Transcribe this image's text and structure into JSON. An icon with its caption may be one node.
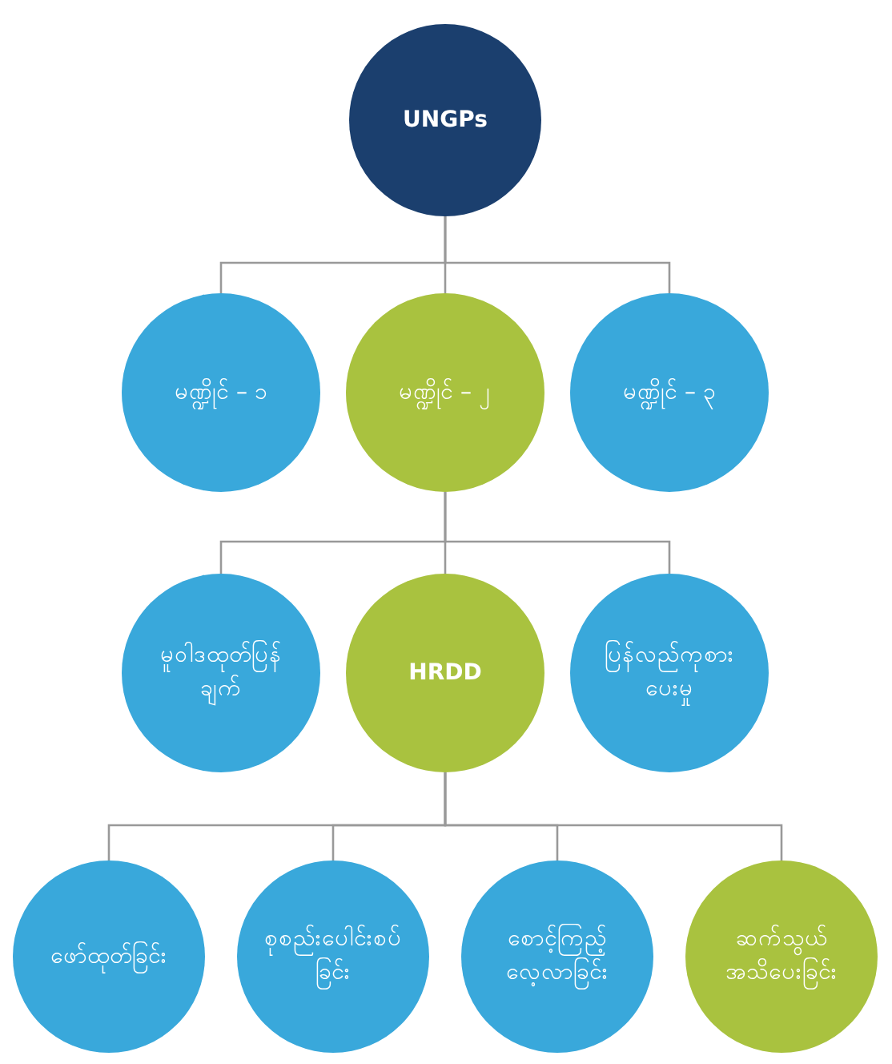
{
  "diagram": {
    "nodes": [
      {
        "text": [
          "UNGPs"
        ]
      },
      {
        "text": [
          "မဏ္ဍိုင် – ၁"
        ]
      },
      {
        "text": [
          "မဏ္ဍိုင် – ၂"
        ]
      },
      {
        "text": [
          "မဏ္ဍိုင် – ၃"
        ]
      },
      {
        "text": [
          "မူဝါဒထုတ်ပြန်ချက်"
        ]
      },
      {
        "text": [
          "HRDD"
        ]
      },
      {
        "text": [
          "ပြန်လည်ကုစားပေးမှု"
        ]
      },
      {
        "text": [
          "ဖော်ထုတ်ခြင်း"
        ]
      },
      {
        "text": [
          "စုစည်းပေါင်းစပ်ခြင်း"
        ]
      },
      {
        "text": [
          "စောင့်ကြည့်လေ့လာခြင်း"
        ]
      },
      {
        "text": [
          "ဆက်သွယ်အသိပေးခြင်း"
        ]
      }
    ],
    "edges": [
      {
        "from": 0,
        "to": 1,
        "arrow": "none"
      },
      {
        "from": 0,
        "to": 2,
        "arrow": "none"
      },
      {
        "from": 0,
        "to": 3,
        "arrow": "none"
      },
      {
        "from": 2,
        "to": 4,
        "arrow": "none"
      },
      {
        "from": 2,
        "to": 5,
        "arrow": "none"
      },
      {
        "from": 2,
        "to": 6,
        "arrow": "none"
      },
      {
        "from": 5,
        "to": 7,
        "arrow": "none"
      },
      {
        "from": 5,
        "to": 8,
        "arrow": "none"
      },
      {
        "from": 5,
        "to": 9,
        "arrow": "none"
      },
      {
        "from": 5,
        "to": 10,
        "arrow": "none"
      }
    ]
  }
}
